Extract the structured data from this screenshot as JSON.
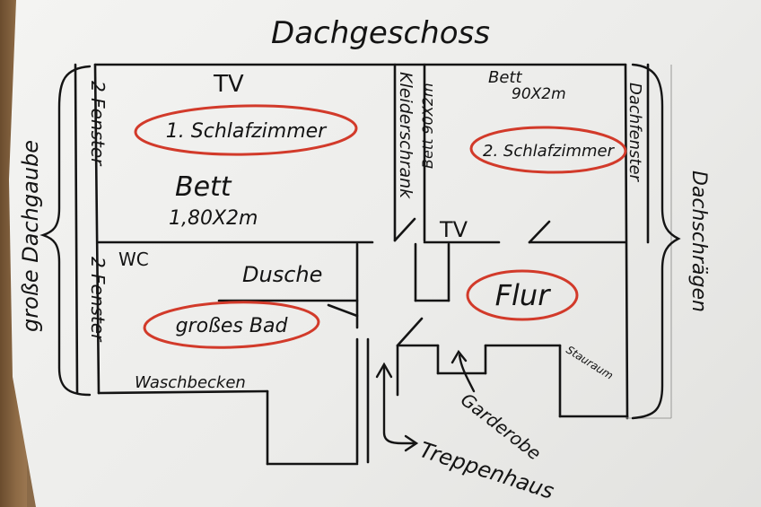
{
  "title": "Dachgeschoss",
  "labels": {
    "tv_1": "TV",
    "room_1": "1. Schlafzimmer",
    "bed_1": "Bett",
    "bed_1_size": "1,80X2m",
    "windows_1": "2 Fenster",
    "dormer": "große Dachgaube",
    "windows_2": "2 Fenster",
    "wardrobe": "Kleiderschrank",
    "bed_2_label": "Bett",
    "bed_2_size_top": "90X2m",
    "bed_2_rotated": "Bett 90X2m",
    "room_2": "2. Schlafzimmer",
    "tv_2": "TV",
    "roof_window": "Dachfenster",
    "roof_slopes": "Dachschrägen",
    "wc": "WC",
    "shower": "Dusche",
    "bathroom": "großes Bad",
    "sink": "Waschbecken",
    "hallway": "Flur",
    "storage": "Stauraum",
    "cloakroom": "Garderobe",
    "stairwell": "Treppenhaus"
  },
  "colors": {
    "ink": "#141414",
    "highlight": "#d23a2a"
  }
}
